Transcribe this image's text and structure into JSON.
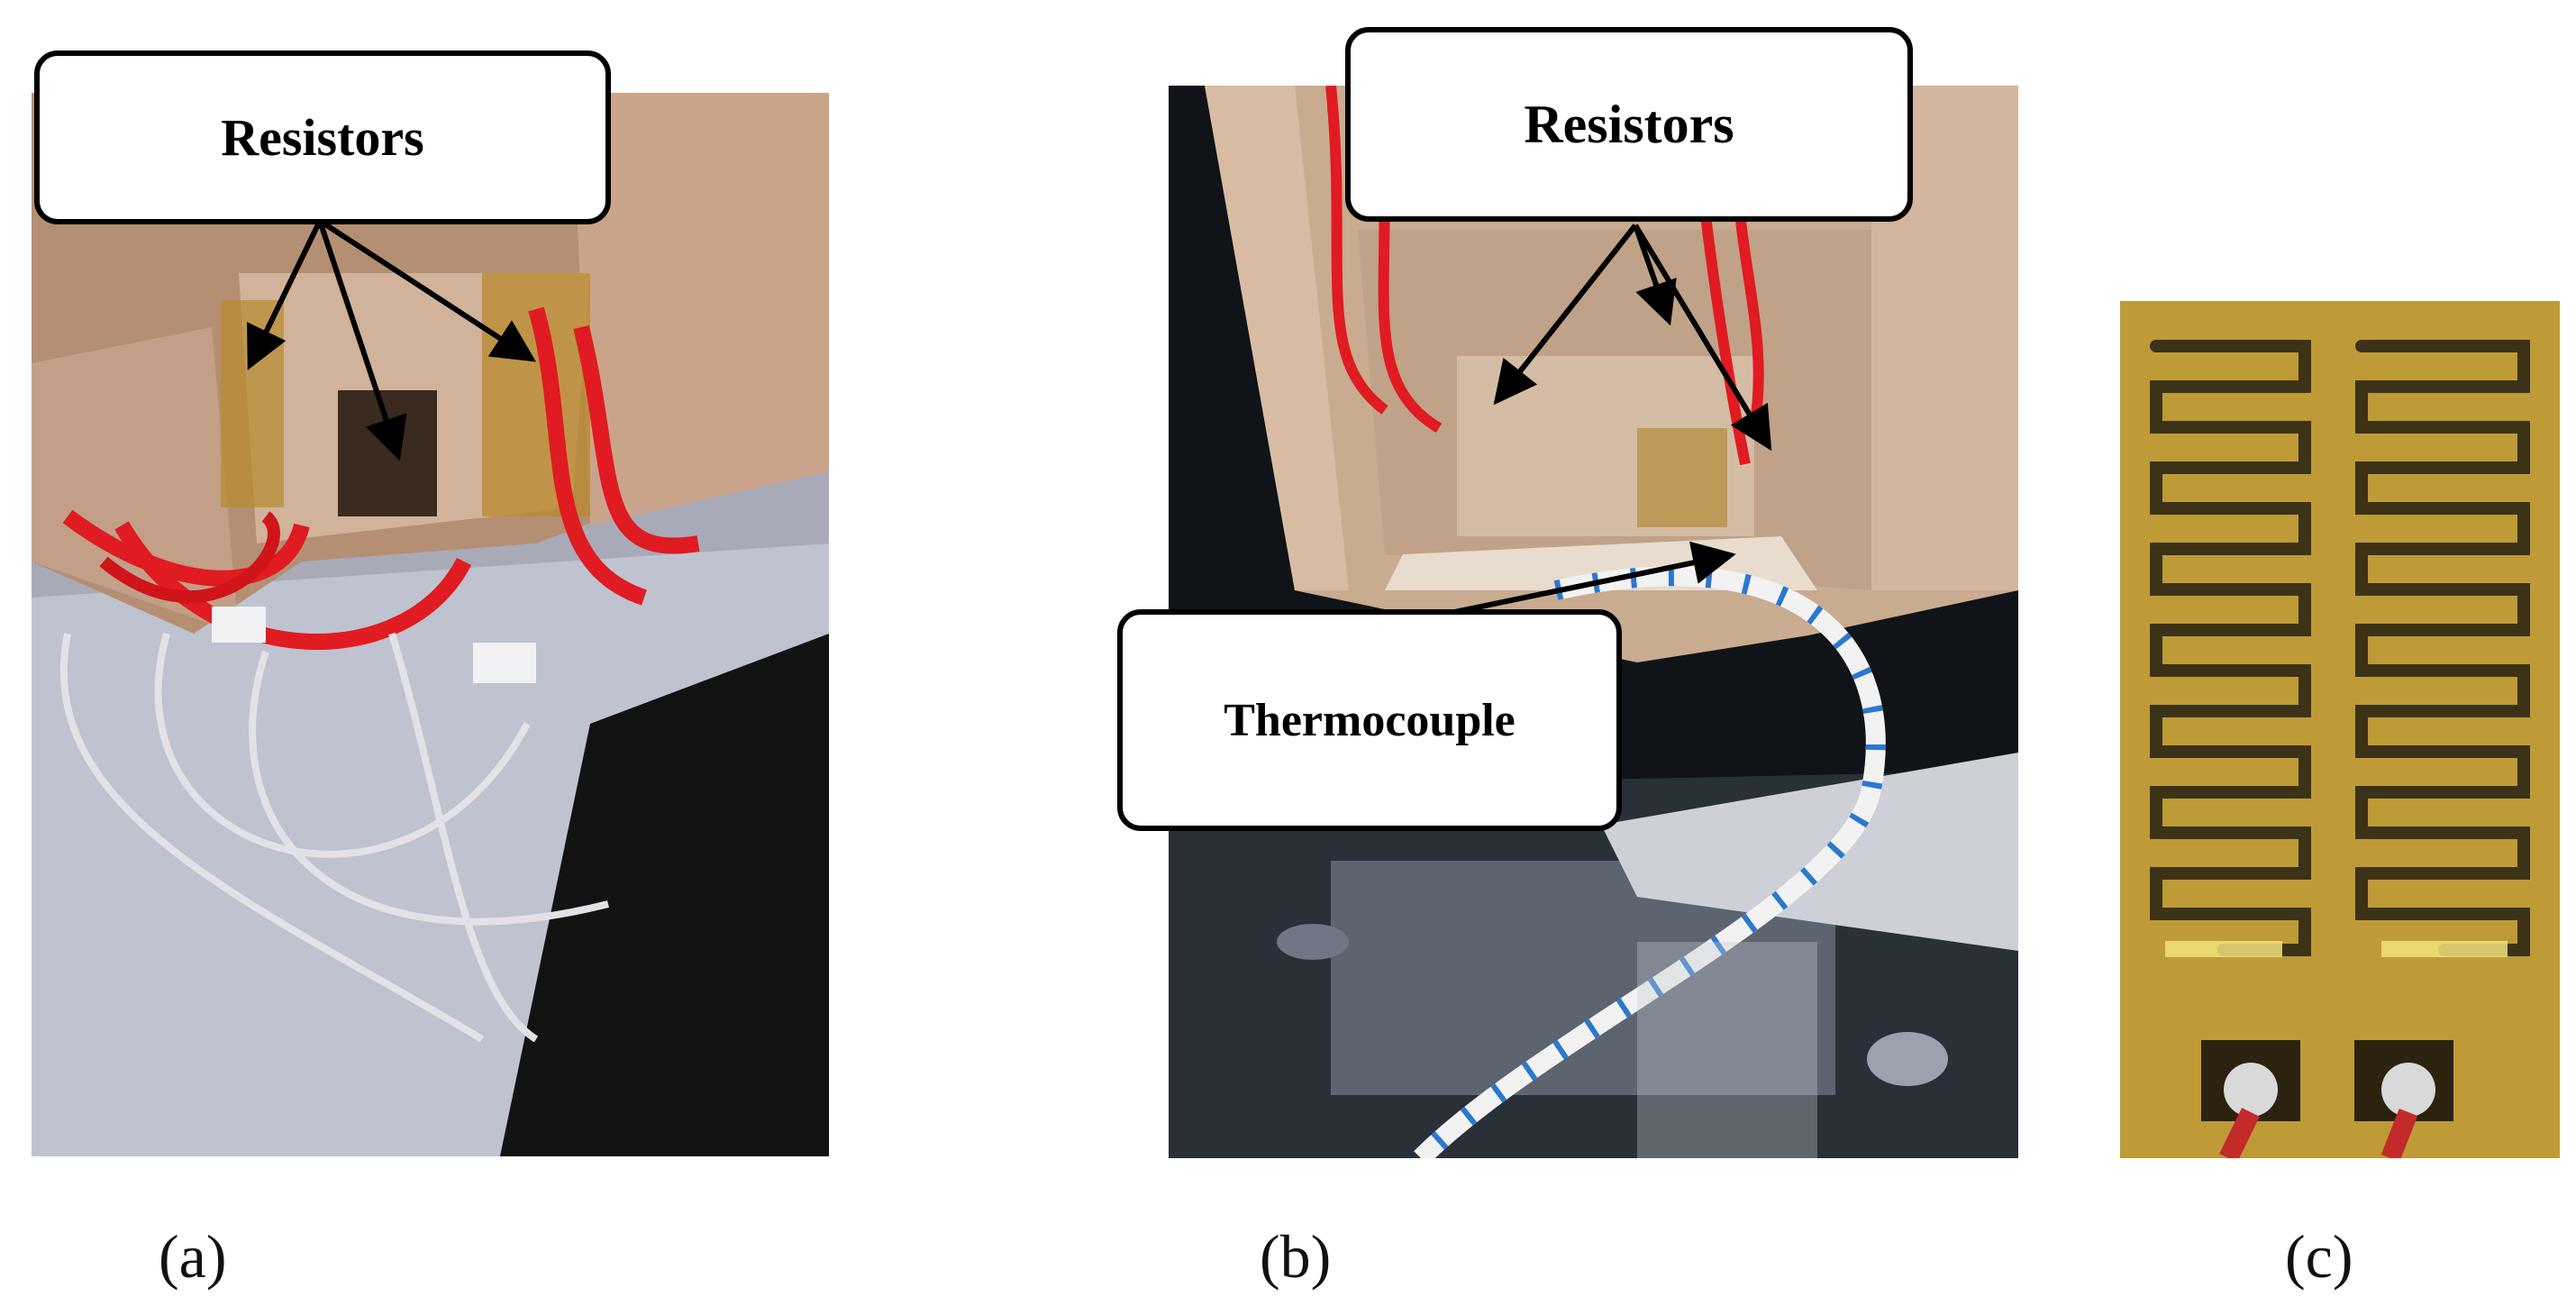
{
  "panels": [
    {
      "id": "a",
      "caption": "(a)",
      "callouts": [
        "Resistors"
      ]
    },
    {
      "id": "b",
      "caption": "(b)",
      "callouts": [
        "Resistors",
        "Thermocouple"
      ]
    },
    {
      "id": "c",
      "caption": "(c)",
      "callouts": []
    }
  ],
  "colors": {
    "arrow": "#000000",
    "callout_border": "#000000",
    "wire_red": "#e01b22",
    "wood": "#c8a487",
    "heater_film": "#c8a43a"
  }
}
